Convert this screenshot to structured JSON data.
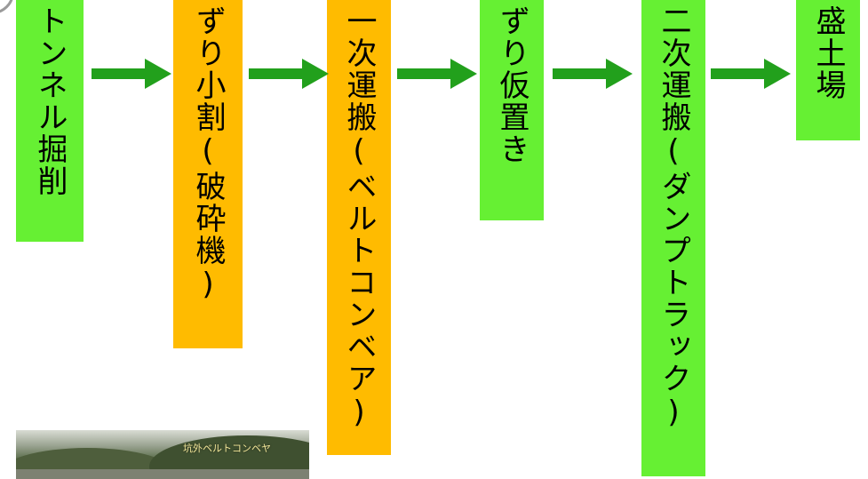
{
  "flow": {
    "steps": [
      {
        "label": "トンネル掘削",
        "color": "#66f033"
      },
      {
        "label": "ずり小割(破砕機)",
        "color": "#ffbb00"
      },
      {
        "label": "一次運搬(ベルトコンベア)",
        "color": "#ffbb00"
      },
      {
        "label": "ずり仮置き",
        "color": "#66f033"
      },
      {
        "label": "二次運搬(ダンプトラック)",
        "color": "#66f033"
      },
      {
        "label": "盛土場",
        "color": "#66f033"
      }
    ],
    "arrow_color": "#22a01c"
  },
  "photo": {
    "caption": "坑外ベルトコンベヤ"
  }
}
